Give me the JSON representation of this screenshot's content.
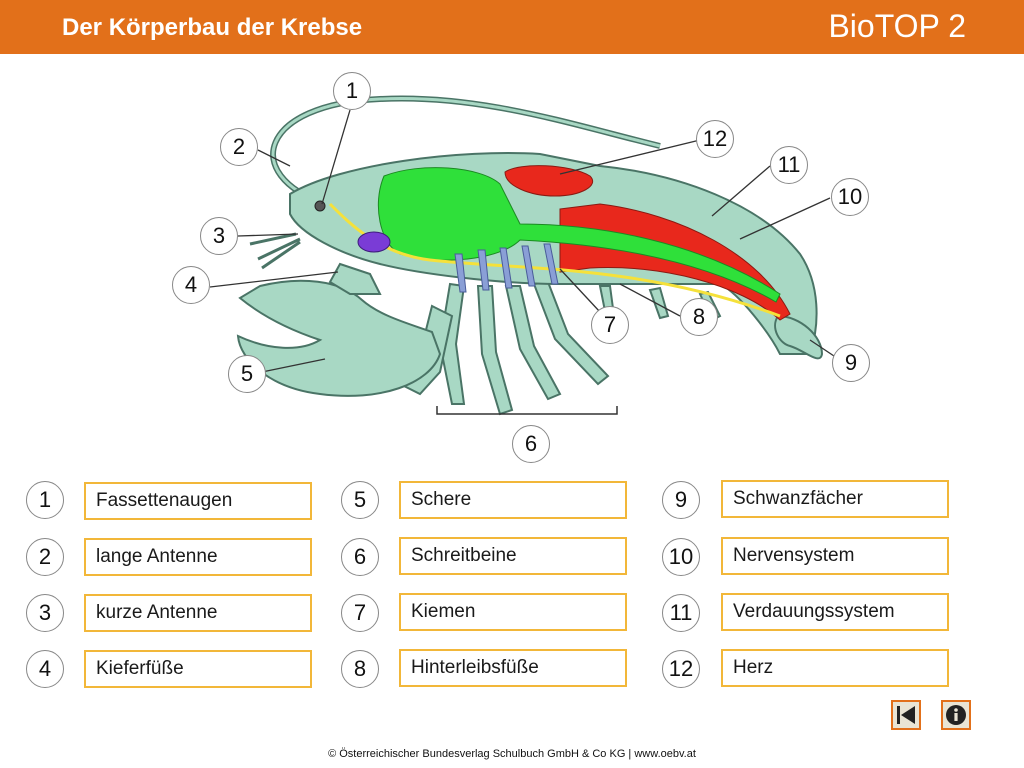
{
  "header": {
    "title": "Der Körperbau der Krebse",
    "brand": "BioTOP 2"
  },
  "diagram": {
    "markers": [
      {
        "number": "1",
        "part": "Fassettenaugen"
      },
      {
        "number": "2",
        "part": "lange Antenne"
      },
      {
        "number": "3",
        "part": "kurze Antenne"
      },
      {
        "number": "4",
        "part": "Kieferfüße"
      },
      {
        "number": "5",
        "part": "Schere"
      },
      {
        "number": "6",
        "part": "Schreitbeine"
      },
      {
        "number": "7",
        "part": "Kiemen"
      },
      {
        "number": "8",
        "part": "Hinterleibsfüße"
      },
      {
        "number": "9",
        "part": "Schwanzfächer"
      },
      {
        "number": "10",
        "part": "Nervensystem"
      },
      {
        "number": "11",
        "part": "Verdauungssystem"
      },
      {
        "number": "12",
        "part": "Herz"
      }
    ],
    "colors": {
      "body": "#a8d8c4",
      "outline": "#4a7466",
      "digestive": "#2fe03a",
      "muscle": "#e8281c",
      "nerve": "#f5e13a",
      "gills": "#8a9fd6",
      "accent": "#e2701a",
      "box_border": "#f2b739"
    }
  },
  "legend": {
    "items": [
      {
        "number": "1",
        "label": "Fassettenaugen"
      },
      {
        "number": "2",
        "label": "lange Antenne"
      },
      {
        "number": "3",
        "label": "kurze Antenne"
      },
      {
        "number": "4",
        "label": "Kieferfüße"
      },
      {
        "number": "5",
        "label": "Schere"
      },
      {
        "number": "6",
        "label": "Schreitbeine"
      },
      {
        "number": "7",
        "label": "Kiemen"
      },
      {
        "number": "8",
        "label": "Hinterleibsfüße"
      },
      {
        "number": "9",
        "label": "Schwanzfächer"
      },
      {
        "number": "10",
        "label": "Nervensystem"
      },
      {
        "number": "11",
        "label": "Verdauungssystem"
      },
      {
        "number": "12",
        "label": "Herz"
      }
    ]
  },
  "nav": {
    "back_icon": "skip-back-icon",
    "info_icon": "info-icon"
  },
  "footer": {
    "copyright": "© Österreichischer Bundesverlag Schulbuch GmbH & Co KG | www.oebv.at"
  }
}
